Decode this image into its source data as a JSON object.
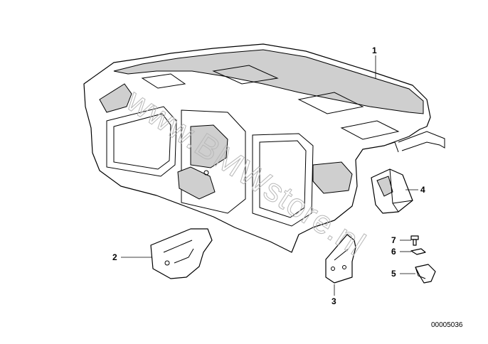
{
  "diagram": {
    "watermark": "www.BMWstore.nl",
    "document_number": "00005036",
    "callouts": [
      "1",
      "2",
      "3",
      "4",
      "5",
      "6",
      "7"
    ],
    "colors": {
      "line": "#000000",
      "shade": "#cfcfcf",
      "watermark": "#b8b8b8"
    }
  }
}
